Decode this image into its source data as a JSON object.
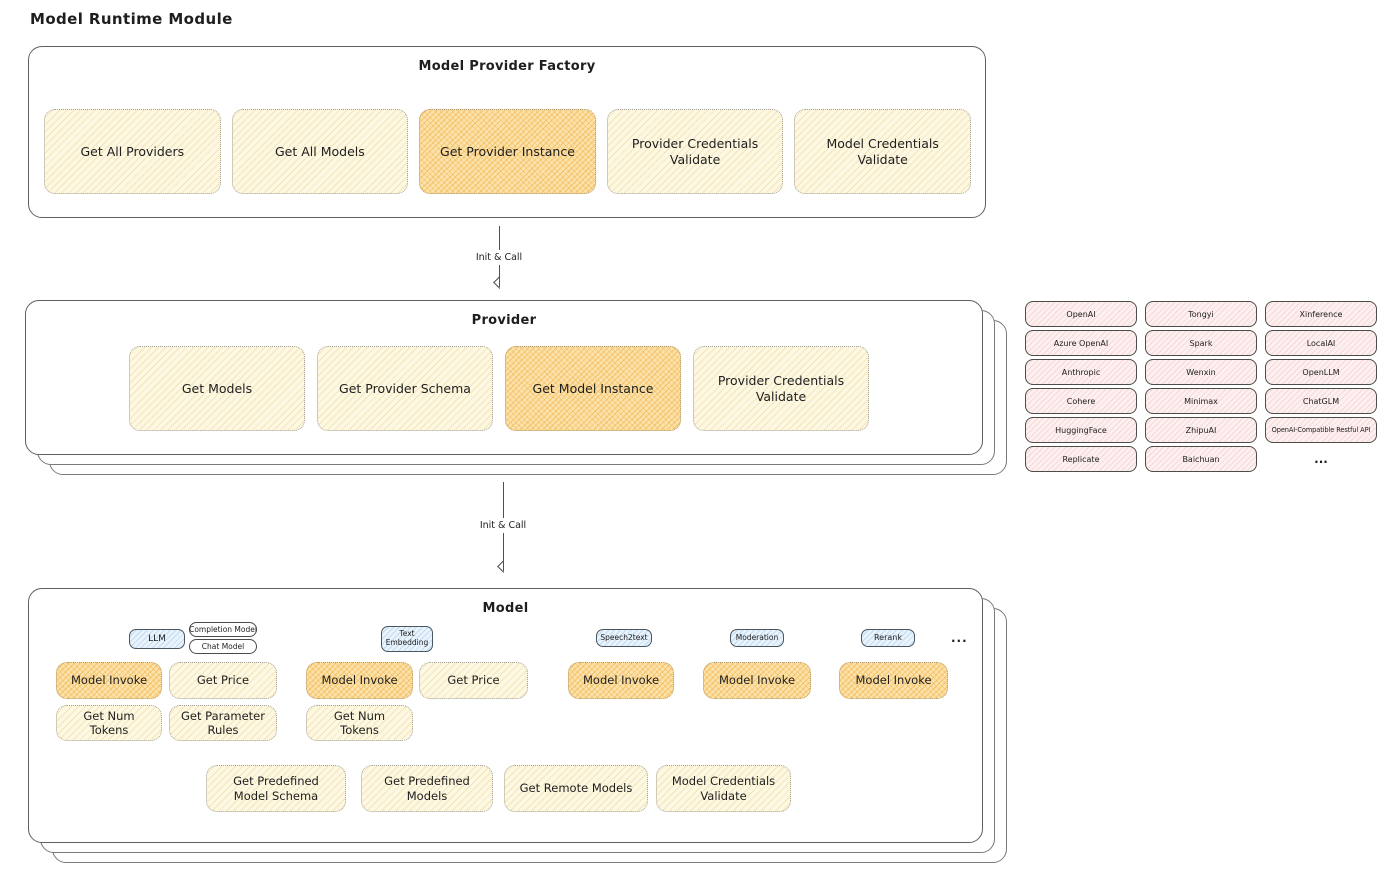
{
  "page_title": "Model Runtime Module",
  "factory": {
    "title": "Model Provider Factory",
    "buttons": [
      {
        "label": "Get All Providers",
        "highlighted": false
      },
      {
        "label": "Get All Models",
        "highlighted": false
      },
      {
        "label": "Get Provider Instance",
        "highlighted": true
      },
      {
        "label": "Provider Credentials Validate",
        "highlighted": false
      },
      {
        "label": "Model Credentials Validate",
        "highlighted": false
      }
    ]
  },
  "arrow1": {
    "label": "Init & Call"
  },
  "arrow2": {
    "label": "Init & Call"
  },
  "provider": {
    "title": "Provider",
    "buttons": [
      {
        "label": "Get Models",
        "highlighted": false
      },
      {
        "label": "Get Provider Schema",
        "highlighted": false
      },
      {
        "label": "Get Model Instance",
        "highlighted": true
      },
      {
        "label": "Provider Credentials Validate",
        "highlighted": false
      }
    ]
  },
  "providers_list": {
    "rows": [
      [
        "OpenAI",
        "Tongyi",
        "Xinference"
      ],
      [
        "Azure OpenAI",
        "Spark",
        "LocalAI"
      ],
      [
        "Anthropic",
        "Wenxin",
        "OpenLLM"
      ],
      [
        "Cohere",
        "Minimax",
        "ChatGLM"
      ],
      [
        "HuggingFace",
        "ZhipuAI",
        "OpenAI-Compatible Restful API"
      ],
      [
        "Replicate",
        "Baichuan",
        "..."
      ]
    ]
  },
  "model": {
    "title": "Model",
    "tabs": {
      "llm": "LLM",
      "completion_model": "Completion Model",
      "chat_model": "Chat Model",
      "text_embedding": "Text Embedding",
      "speech2text": "Speech2text",
      "moderation": "Moderation",
      "rerank": "Rerank",
      "more": "..."
    },
    "buttons": {
      "llm_model_invoke": "Model Invoke",
      "llm_get_price": "Get Price",
      "llm_get_num_tokens": "Get Num Tokens",
      "llm_get_parameter_rules": "Get Parameter Rules",
      "te_model_invoke": "Model Invoke",
      "te_get_price": "Get Price",
      "te_get_num_tokens": "Get Num Tokens",
      "s2t_model_invoke": "Model Invoke",
      "moderation_model_invoke": "Model Invoke",
      "rerank_model_invoke": "Model Invoke",
      "get_predefined_model_schema": "Get Predefined Model Schema",
      "get_predefined_models": "Get Predefined Models",
      "get_remote_models": "Get Remote Models",
      "model_credentials_validate": "Model Credentials Validate"
    }
  },
  "colors": {
    "yellow_fill": "#fdf8e3",
    "yellow_highlight": "#fbe2ac",
    "pink_fill": "#fcf0f0",
    "blue_fill": "#e9f3fb",
    "panel_border": "#60605c",
    "text": "#1e1e1e"
  }
}
